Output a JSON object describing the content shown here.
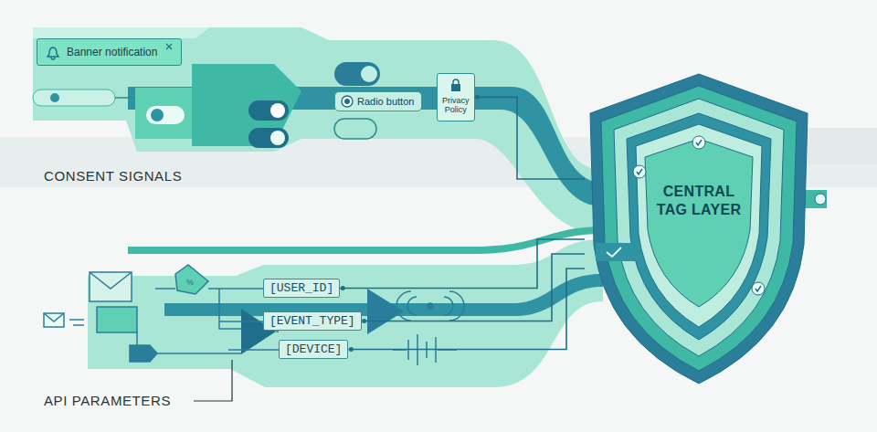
{
  "diagram": {
    "nodes": [
      {
        "text": [
          "Banner notification"
        ]
      },
      {
        "text": [
          "Radio button"
        ]
      },
      {
        "text": [
          "Privacy Policy"
        ]
      },
      {
        "text": [
          "CENTRAL TAG LAYER"
        ]
      },
      {
        "text": [
          "[USER_ID]"
        ]
      },
      {
        "text": [
          "[EVENT_TYPE]"
        ]
      },
      {
        "text": [
          "[DEVICE]"
        ]
      }
    ],
    "edges": [
      {
        "from": 2,
        "to": 3,
        "arrow": "none"
      },
      {
        "from": 4,
        "to": 3,
        "arrow": "none"
      },
      {
        "from": 5,
        "to": 3,
        "arrow": "none"
      },
      {
        "from": 6,
        "to": 3,
        "arrow": "none"
      }
    ],
    "labels": [
      "CONSENT SIGNALS",
      "API PARAMETERS"
    ]
  }
}
